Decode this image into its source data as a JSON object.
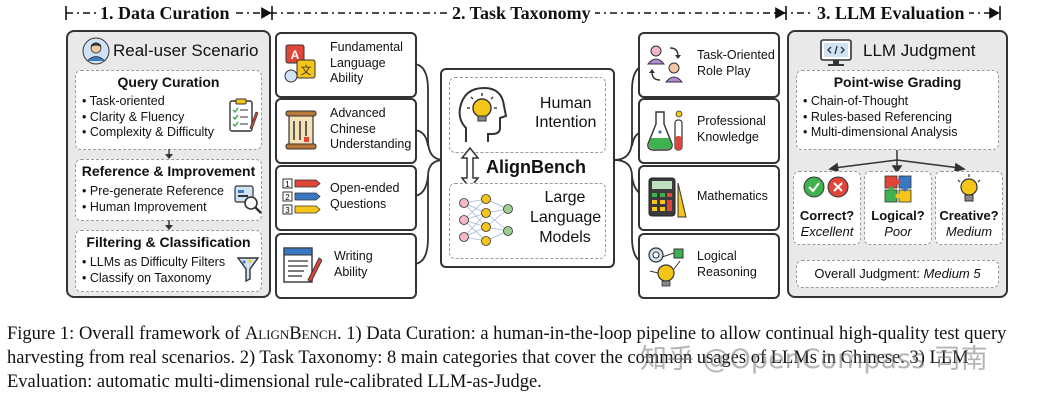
{
  "headers": {
    "data_curation": "1. Data Curation",
    "task_taxonomy": "2. Task Taxonomy",
    "llm_evaluation": "3. LLM Evaluation"
  },
  "curation": {
    "title": "Real-user Scenario",
    "query": {
      "title": "Query Curation",
      "items": [
        "Task-oriented",
        "Clarity & Fluency",
        "Complexity & Difficulty"
      ]
    },
    "reference": {
      "title": "Reference & Improvement",
      "items": [
        "Pre-generate Reference",
        "Human Improvement"
      ]
    },
    "filtering": {
      "title": "Filtering & Classification",
      "items": [
        "LLMs as Difficulty Filters",
        "Classify on Taxonomy"
      ]
    }
  },
  "taxonomy": {
    "left": [
      {
        "lines": [
          "Fundamental",
          "Language",
          "Ability"
        ]
      },
      {
        "lines": [
          "Advanced",
          "Chinese",
          "Understanding"
        ]
      },
      {
        "lines": [
          "Open-ended",
          "Questions"
        ]
      },
      {
        "lines": [
          "Writing",
          "Ability"
        ]
      }
    ],
    "center": {
      "top_lines": [
        "Human",
        "Intention"
      ],
      "name": "AlignBench",
      "bottom_lines": [
        "Large",
        "Language",
        "Models"
      ]
    },
    "right": [
      {
        "lines": [
          "Task-Oriented",
          "Role Play"
        ]
      },
      {
        "lines": [
          "Professional",
          "Knowledge"
        ]
      },
      {
        "lines": [
          "Mathematics"
        ]
      },
      {
        "lines": [
          "Logical",
          "Reasoning"
        ]
      }
    ],
    "icon_numbers": [
      "1",
      "2",
      "3"
    ],
    "icon_letters": [
      "A",
      "文"
    ]
  },
  "evaluation": {
    "title": "LLM Judgment",
    "pointwise": {
      "title": "Point-wise Grading",
      "items": [
        "Chain-of-Thought",
        "Rules-based Referencing",
        "Multi-dimensional Analysis"
      ]
    },
    "judgments": [
      {
        "question": "Correct?",
        "answer": "Excellent"
      },
      {
        "question": "Logical?",
        "answer": "Poor"
      },
      {
        "question": "Creative?",
        "answer": "Medium"
      }
    ],
    "overall_label": "Overall Judgment: ",
    "overall_value": "Medium 5"
  },
  "caption": {
    "p1": "Figure 1: Overall framework of ",
    "name": "AlignBench",
    "p2": ". 1) Data Curation: a human-in-the-loop pipeline to allow continual high-quality test query harvesting from real scenarios. 2) Task Taxonomy: 8 main categories that cover the common usages of LLMs in Chinese. 3) LLM Evaluation: automatic multi-dimensional rule-calibrated LLM-as-Judge."
  },
  "watermark": "知乎 @OpenCompass 司南",
  "colors": {
    "panel_bg": "#e9e9e9",
    "green": "#3fb24f",
    "red": "#e0453a",
    "yellow": "#f5c518",
    "blue": "#3b78c4"
  }
}
